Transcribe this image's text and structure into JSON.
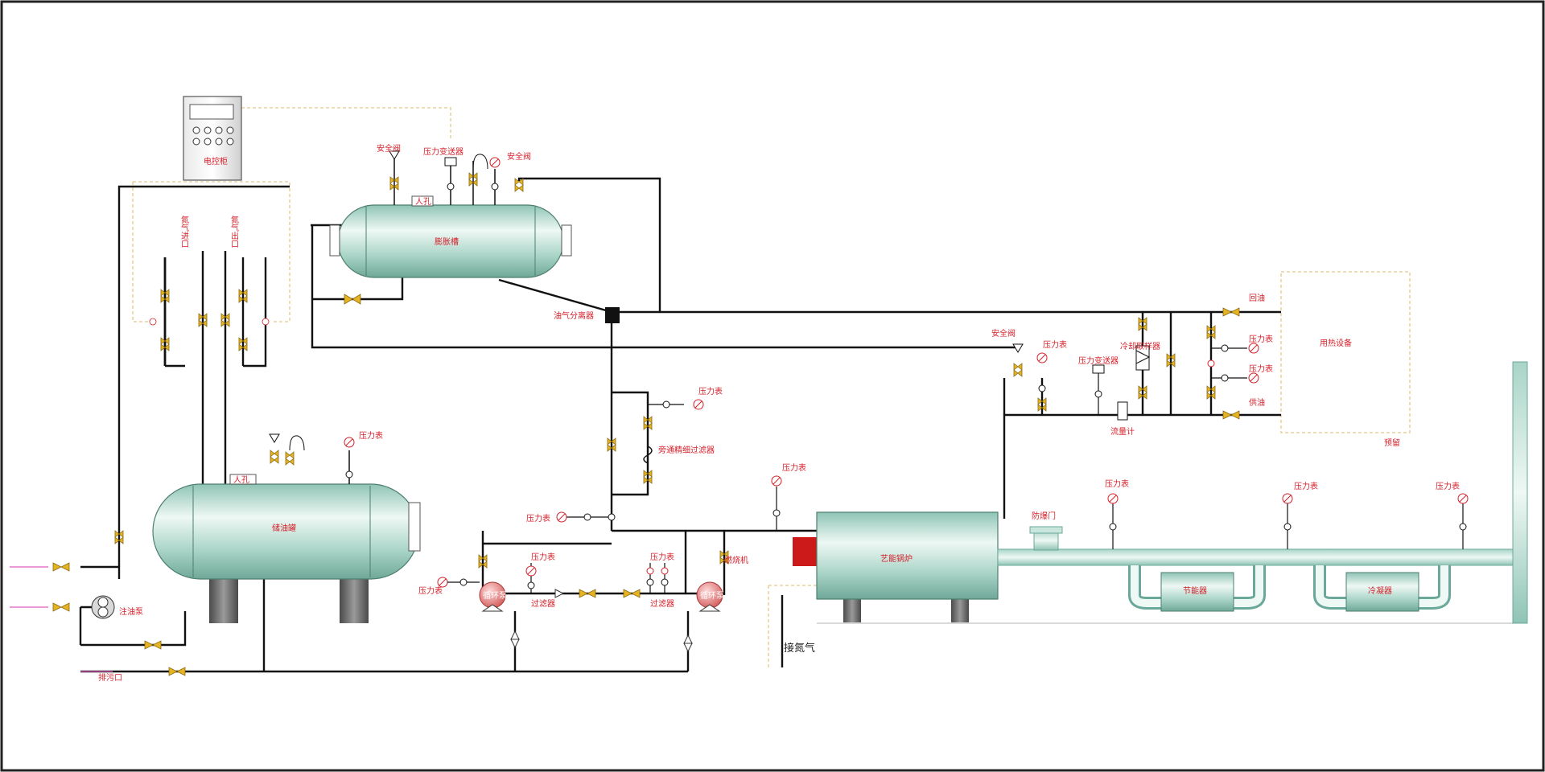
{
  "labels": {
    "control_cabinet": "电控柜",
    "nitrogen_inlet": "氮气进口",
    "nitrogen_outlet": "氮气出口",
    "expansion_tank": "膨胀槽",
    "manhole_top": "人孔",
    "safety_valve_1": "安全阀",
    "pressure_transmitter_top": "压力变送器",
    "safety_valve_2": "安全阀",
    "oil_gas_separator": "油气分离器",
    "storage_tank": "储油罐",
    "manhole_storage": "人孔",
    "pressure_gauge_storage": "压力表",
    "oil_pump": "注油泵",
    "drain_outlet": "排污口",
    "bypass_filter": "旁通精细过滤器",
    "pressure_gauge_bypass": "压力表",
    "pressure_gauge_left": "压力表",
    "pressure_gauge_pump_left_in": "压力表",
    "pressure_gauge_pump_left_out": "压力表",
    "filter_left": "过滤器",
    "pump_left": "循环泵",
    "pressure_gauge_pump_right": "压力表",
    "filter_right": "过滤器",
    "pump_right": "循环泵",
    "burner": "燃烧机",
    "pressure_gauge_burner": "压力表",
    "nitrogen_connect": "接氮气",
    "boiler": "艺能锅炉",
    "explosion_door": "防爆门",
    "economizer": "节能器",
    "cooler": "冷凝器",
    "pressure_gauge_flue_1": "压力表",
    "pressure_gauge_flue_2": "压力表",
    "pressure_gauge_flue_3": "压力表",
    "safety_valve_supply": "安全阀",
    "pressure_gauge_supply": "压力表",
    "pressure_transmitter_supply": "压力变送器",
    "cooling_sampler": "冷却取样器",
    "flowmeter": "流量计",
    "return_oil": "回油",
    "supply_oil": "供油",
    "pressure_gauge_user_1": "压力表",
    "pressure_gauge_user_2": "压力表",
    "heat_equipment": "用热设备",
    "reserved": "预留"
  },
  "colors": {
    "pipe": "#111111",
    "label": "#d6202a",
    "tank_body": "#b8ddd2",
    "tank_highlight": "#eef8f4",
    "valve": "#e6b422",
    "burner": "#cc1a1a",
    "dashed": "#e2c88a"
  }
}
